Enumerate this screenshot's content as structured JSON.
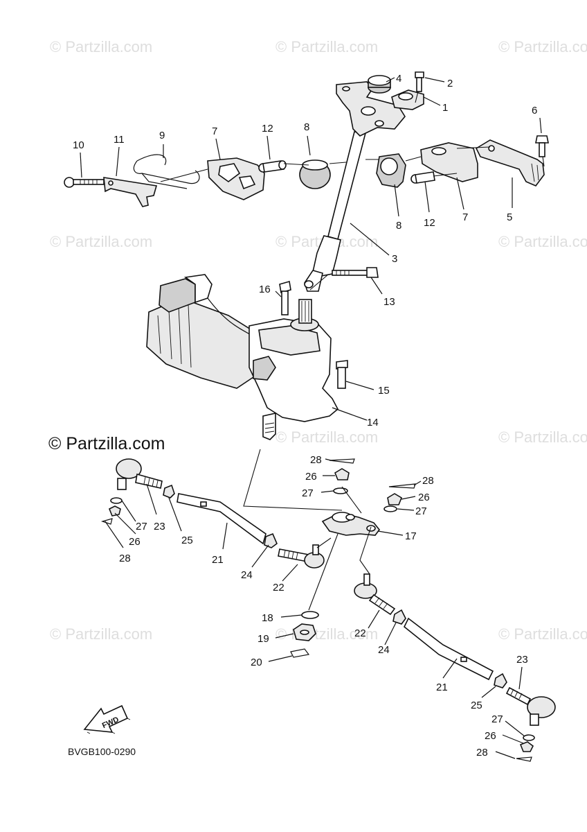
{
  "watermark": {
    "small": "© Partzilla.com",
    "main": "© Partzilla.com"
  },
  "diagram_code": "BVGB100-0290",
  "fwd_label": "FWD",
  "callouts": [
    {
      "id": "c1",
      "text": "1"
    },
    {
      "id": "c2",
      "text": "2"
    },
    {
      "id": "c3",
      "text": "3"
    },
    {
      "id": "c4",
      "text": "4"
    },
    {
      "id": "c5",
      "text": "5"
    },
    {
      "id": "c6",
      "text": "6"
    },
    {
      "id": "c7a",
      "text": "7"
    },
    {
      "id": "c7b",
      "text": "7"
    },
    {
      "id": "c8a",
      "text": "8"
    },
    {
      "id": "c8b",
      "text": "8"
    },
    {
      "id": "c9",
      "text": "9"
    },
    {
      "id": "c10",
      "text": "10"
    },
    {
      "id": "c11",
      "text": "11"
    },
    {
      "id": "c12a",
      "text": "12"
    },
    {
      "id": "c12b",
      "text": "12"
    },
    {
      "id": "c13",
      "text": "13"
    },
    {
      "id": "c14",
      "text": "14"
    },
    {
      "id": "c15",
      "text": "15"
    },
    {
      "id": "c16",
      "text": "16"
    },
    {
      "id": "c17",
      "text": "17"
    },
    {
      "id": "c18",
      "text": "18"
    },
    {
      "id": "c19",
      "text": "19"
    },
    {
      "id": "c20",
      "text": "20"
    },
    {
      "id": "c21a",
      "text": "21"
    },
    {
      "id": "c21b",
      "text": "21"
    },
    {
      "id": "c22a",
      "text": "22"
    },
    {
      "id": "c22b",
      "text": "22"
    },
    {
      "id": "c23a",
      "text": "23"
    },
    {
      "id": "c23b",
      "text": "23"
    },
    {
      "id": "c24a",
      "text": "24"
    },
    {
      "id": "c24b",
      "text": "24"
    },
    {
      "id": "c25a",
      "text": "25"
    },
    {
      "id": "c25b",
      "text": "25"
    },
    {
      "id": "c26a",
      "text": "26"
    },
    {
      "id": "c26b",
      "text": "26"
    },
    {
      "id": "c26c",
      "text": "26"
    },
    {
      "id": "c26d",
      "text": "26"
    },
    {
      "id": "c27a",
      "text": "27"
    },
    {
      "id": "c27b",
      "text": "27"
    },
    {
      "id": "c27c",
      "text": "27"
    },
    {
      "id": "c27d",
      "text": "27"
    },
    {
      "id": "c28a",
      "text": "28"
    },
    {
      "id": "c28b",
      "text": "28"
    },
    {
      "id": "c28c",
      "text": "28"
    },
    {
      "id": "c28d",
      "text": "28"
    }
  ]
}
